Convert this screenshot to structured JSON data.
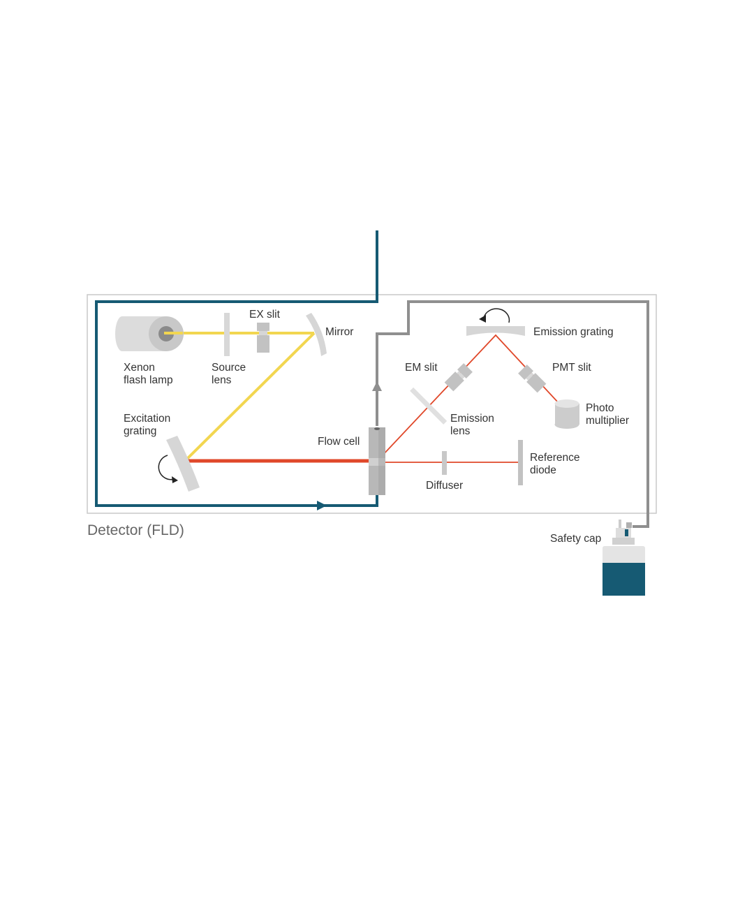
{
  "title": "Detector (FLD)",
  "colors": {
    "teal": "#165a73",
    "gray_line": "#8f8f8f",
    "box_border": "#c8c8c8",
    "component": "#c8c8c8",
    "component_light": "#e0e0e0",
    "yellow_beam": "#f2d650",
    "red_beam": "#e0482a",
    "bottle": "#165a73"
  },
  "labels": {
    "lamp_1": "Xenon",
    "lamp_2": "flash lamp",
    "source_lens_1": "Source",
    "source_lens_2": "lens",
    "ex_slit": "EX slit",
    "mirror": "Mirror",
    "excitation_grating_1": "Excitation",
    "excitation_grating_2": "grating",
    "flow_cell": "Flow cell",
    "emission_grating": "Emission grating",
    "em_slit": "EM slit",
    "pmt_slit": "PMT slit",
    "emission_lens_1": "Emission",
    "emission_lens_2": "lens",
    "photo_multiplier_1": "Photo",
    "photo_multiplier_2": "multiplier",
    "reference_diode_1": "Reference",
    "reference_diode_2": "diode",
    "diffuser": "Diffuser",
    "safety_cap": "Safety cap"
  }
}
